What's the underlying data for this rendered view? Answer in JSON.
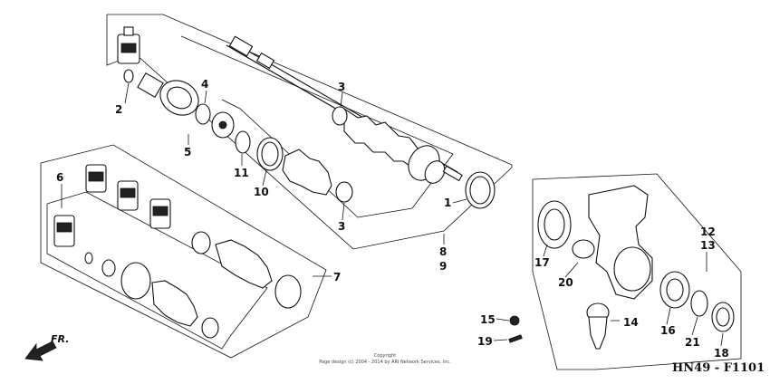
{
  "diagram": {
    "callouts": {
      "c1": "1",
      "c2": "2",
      "c3a": "3",
      "c3b": "3",
      "c4": "4",
      "c5": "5",
      "c6": "6",
      "c7": "7",
      "c8": "8",
      "c9": "9",
      "c10": "10",
      "c11": "11",
      "c12": "12",
      "c13": "13",
      "c14": "14",
      "c15": "15",
      "c16": "16",
      "c17": "17",
      "c18": "18",
      "c19": "19",
      "c20": "20",
      "c21": "21"
    },
    "front_arrow_label": "FR.",
    "reference_code": "HN49 - F1101",
    "copyright_line1": "Copyright",
    "copyright_line2": "Page design (c) 2004 - 2014 by ARI Network Services, Inc."
  }
}
